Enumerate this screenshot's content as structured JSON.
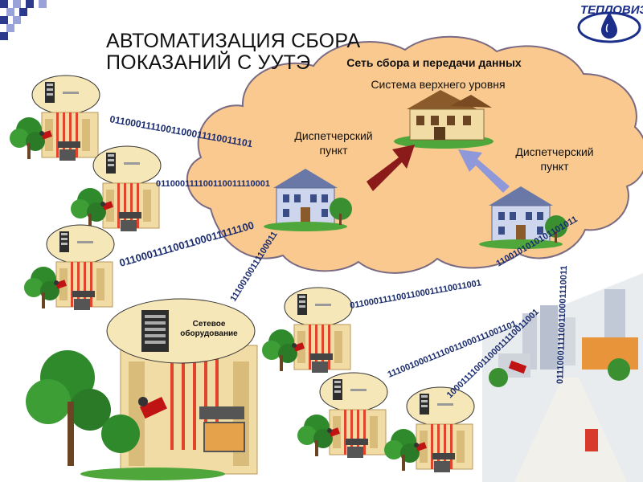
{
  "header": {
    "title_line1": "АВТОМАТИЗАЦИЯ СБОРА",
    "title_line2": "ПОКАЗАНИЙ С УУТЭ",
    "logo": "ТЕПЛОВИЗОР"
  },
  "cloud": {
    "title": "Сеть сбора и передачи данных",
    "upper_system": "Система верхнего уровня",
    "dispatch_1_line1": "Диспетчерский",
    "dispatch_1_line2": "пункт",
    "dispatch_2_line1": "Диспетчерский",
    "dispatch_2_line2": "пункт"
  },
  "network_equipment": {
    "line1": "Сетевое",
    "line2": "оборудование"
  },
  "binary_streams": [
    "0110001111001100011110011101",
    "011000111100110011110001",
    "0110001111001100011111100",
    "11100100111100011",
    "0110001111001100011110011001",
    "1100101010101101011",
    "11100100011110011000111001101",
    "10001111001100011110011001",
    "0111000111100110001110011"
  ],
  "colors": {
    "cloud": "#f9c98f",
    "cloud_outline": "#7a6a82",
    "arrow_red": "#8b1a1a",
    "arrow_blue": "#8f98d8",
    "binary_text": "#1a2c6e",
    "pipe_red": "#e0452b",
    "building": "#f2dca6"
  },
  "icons": [
    "house-icon",
    "video-camera-icon",
    "server-rack-icon",
    "tree-icon",
    "city-icon",
    "logo-drop-icon"
  ]
}
